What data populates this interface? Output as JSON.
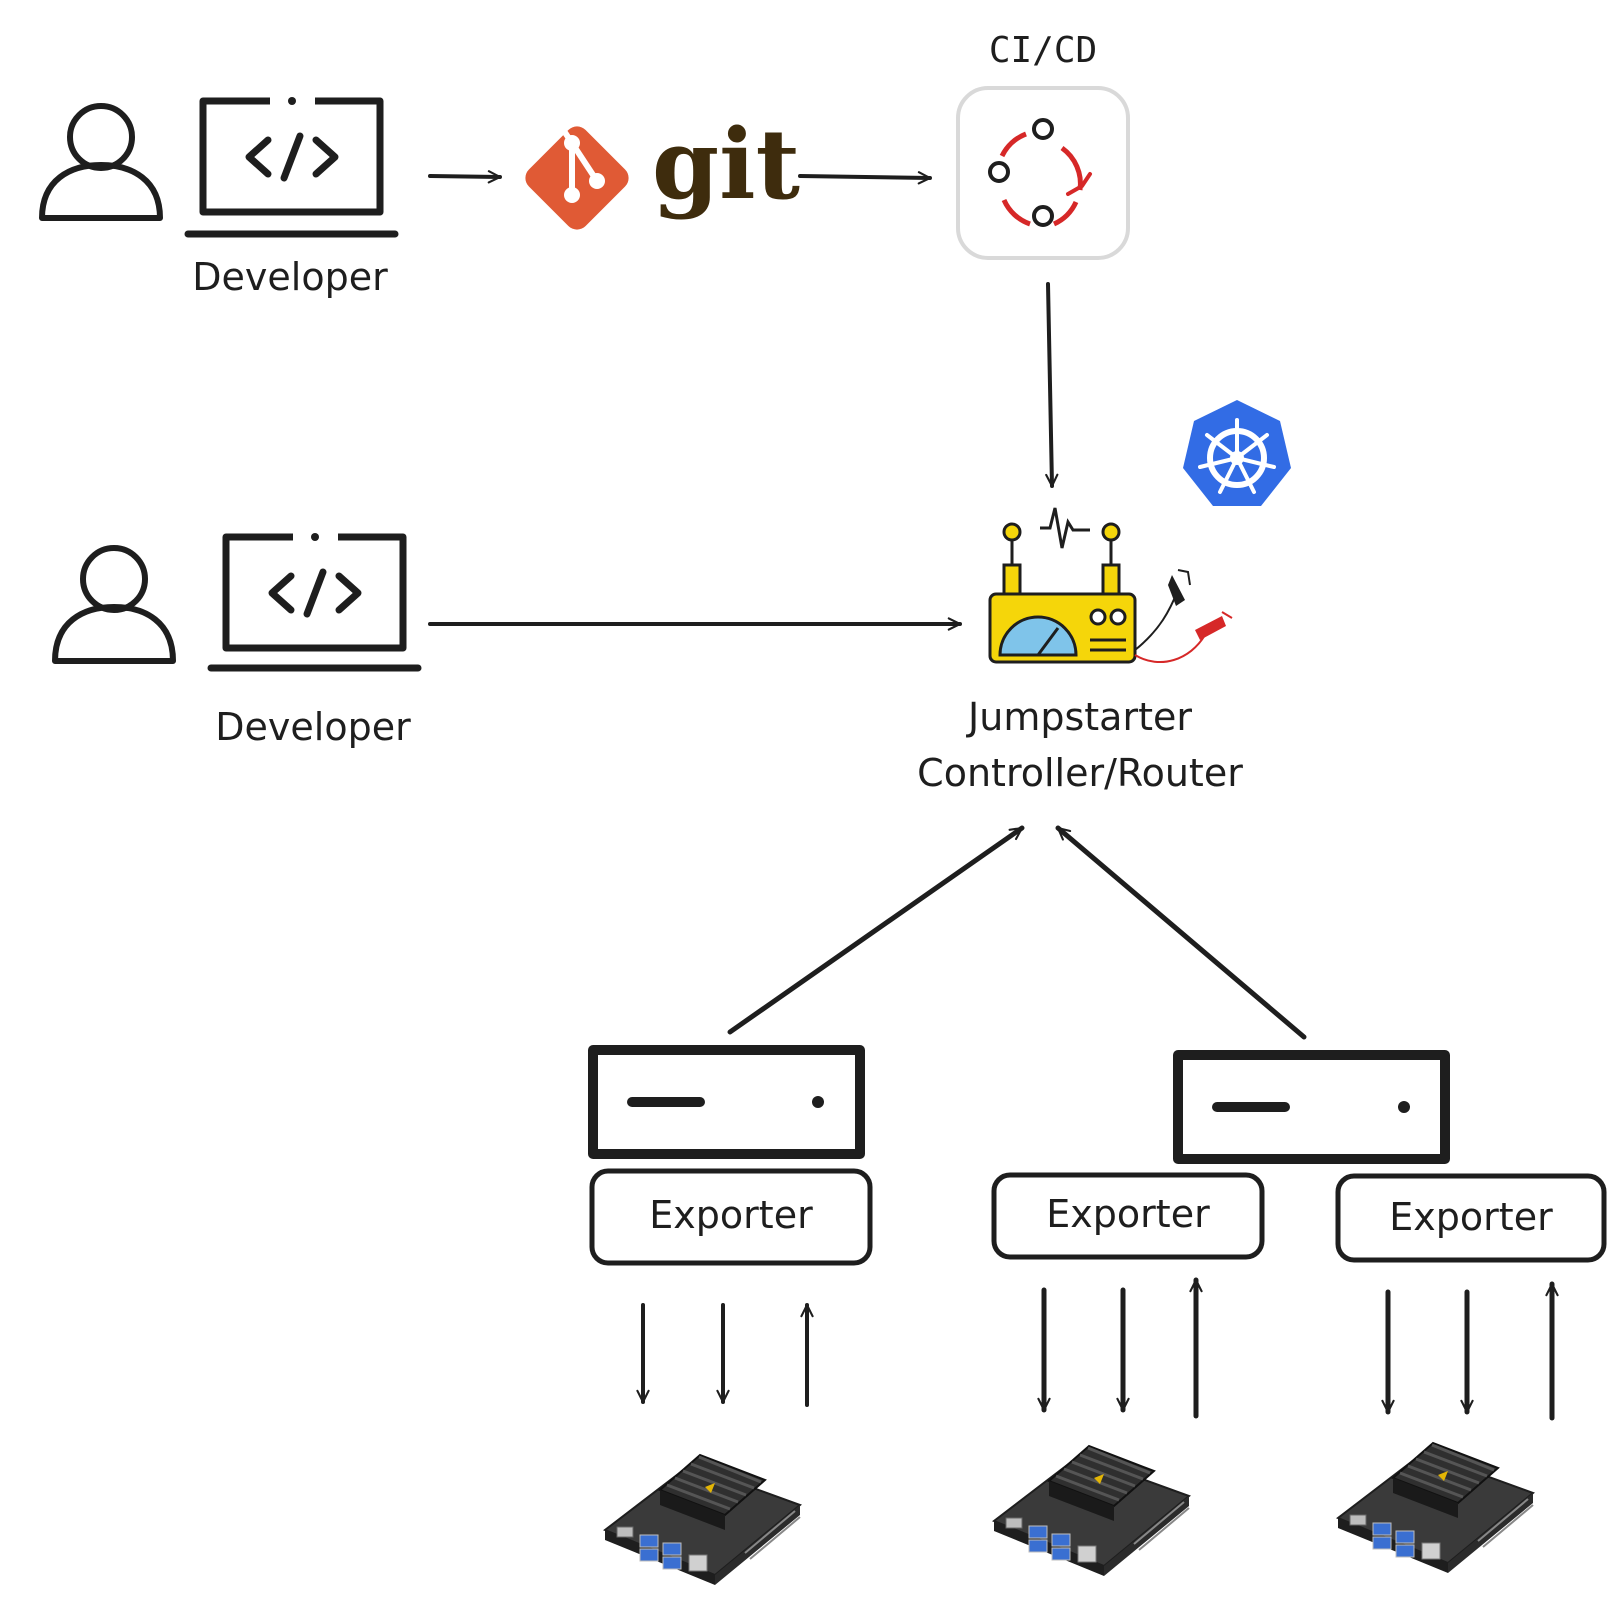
{
  "ci_label": "CI/CD",
  "git_text": "git",
  "developer_top_label": "Developer",
  "developer_mid_label": "Developer",
  "controller_label_line1": "Jumpstarter",
  "controller_label_line2": "Controller/Router",
  "exporters": [
    {
      "label": "Exporter"
    },
    {
      "label": "Exporter"
    },
    {
      "label": "Exporter"
    }
  ],
  "colors": {
    "git": "#e05a35",
    "git_text": "#3e2c0d",
    "kubernetes": "#326ce5",
    "ci_ring": "#d62828",
    "router_body": "#f5d60a",
    "router_gauge": "#7fc4ea",
    "board_pcb": "#2b2b2b",
    "usb_blue": "#3a6fd1"
  },
  "icons": [
    "user-icon",
    "laptop-code-icon",
    "git-logo",
    "ci-cd-icon",
    "kubernetes-icon",
    "router-icon",
    "server-icon",
    "dev-board-icon"
  ]
}
